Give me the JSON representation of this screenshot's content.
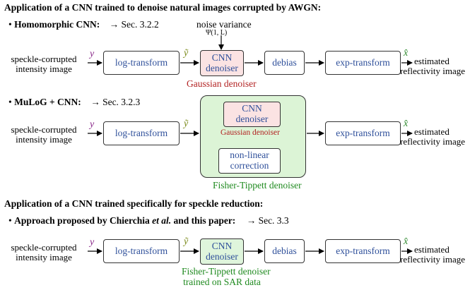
{
  "headings": {
    "awgn": "Application of a CNN trained to denoise natural images corrupted by AWGN:",
    "speckle": "Application of a CNN trained specifically for speckle reduction:"
  },
  "rows": {
    "homomorphic": {
      "label": "Homomorphic CNN:",
      "ref": "→ Sec. 3.2.2"
    },
    "mulog": {
      "label": "MuLoG + CNN:",
      "ref": "→ Sec. 3.2.3"
    },
    "proposed": {
      "label_a": "Approach proposed by Chierchia ",
      "label_b": "et al.",
      "label_c": " and this paper:",
      "ref": "→ Sec. 3.3"
    }
  },
  "io": {
    "input_line1": "speckle-corrupted",
    "input_line2": "intensity image",
    "output_line1": "estimated",
    "output_line2": "reflectivity image"
  },
  "symbols": {
    "y": "y",
    "ytilde": "ỹ",
    "xhat": "x̂"
  },
  "noise": {
    "label": "noise variance",
    "formula": "Ψ(1, L)"
  },
  "boxes": {
    "log": "log-transform",
    "cnn_line1": "CNN",
    "cnn_line2": "denoiser",
    "debias": "debias",
    "exp": "exp-transform",
    "nonlinear_line1": "non-linear",
    "nonlinear_line2": "correction"
  },
  "captions": {
    "gaussian": "Gaussian denoiser",
    "fisher": "Fisher-Tippett denoiser",
    "fisher_sar_line1": "Fisher-Tippett denoiser",
    "fisher_sar_line2": "trained on SAR data"
  },
  "colors": {
    "box_text": "#2e4f9a",
    "pink_fill": "#fbe3e3",
    "green_fill": "#dcf4d6",
    "caption_red": "#b22222",
    "caption_green": "#1f8a1f",
    "y_color": "#8a2a8a",
    "ytilde_color": "#7a8a1a",
    "xhat_color": "#2f8a2f"
  }
}
